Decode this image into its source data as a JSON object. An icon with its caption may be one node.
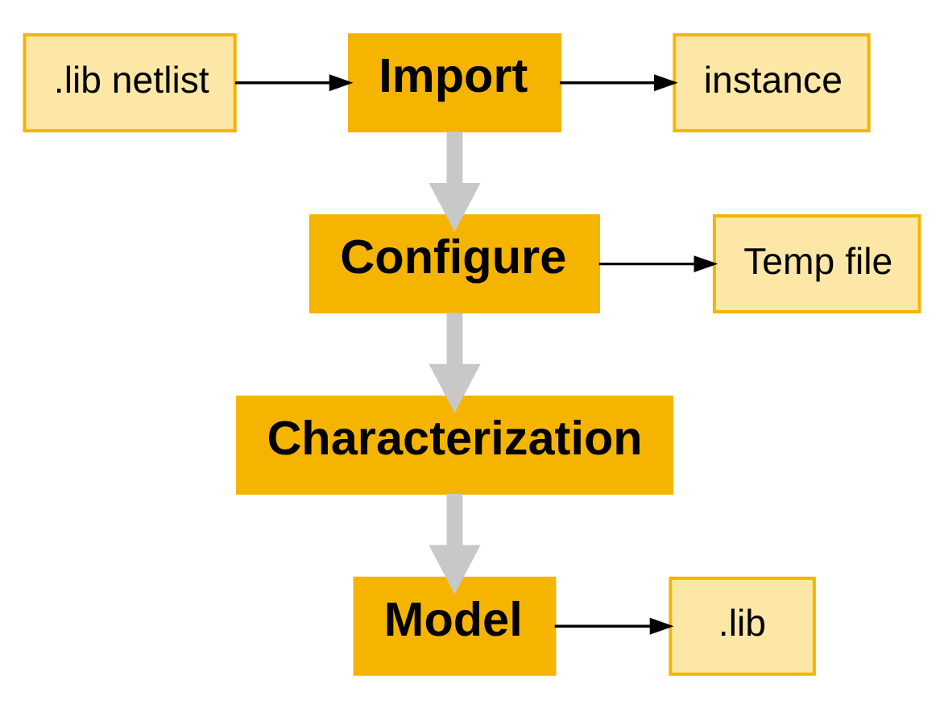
{
  "diagram": {
    "nodes": [
      {
        "text": [
          ".lib netlist"
        ]
      },
      {
        "text": [
          "Import"
        ]
      },
      {
        "text": [
          "instance"
        ]
      },
      {
        "text": [
          "Configure"
        ]
      },
      {
        "text": [
          "Temp file"
        ]
      },
      {
        "text": [
          "Characterization"
        ]
      },
      {
        "text": [
          "Model"
        ]
      },
      {
        "text": [
          ".lib"
        ]
      }
    ],
    "edges": [
      {
        "from": 0,
        "to": 1,
        "arrow": "to"
      },
      {
        "from": 1,
        "to": 2,
        "arrow": "to"
      },
      {
        "from": 1,
        "to": 3,
        "arrow": "to",
        "style": "thick",
        "color": "#c8c8c8"
      },
      {
        "from": 3,
        "to": 4,
        "arrow": "to"
      },
      {
        "from": 3,
        "to": 5,
        "arrow": "to",
        "style": "thick",
        "color": "#c8c8c8"
      },
      {
        "from": 5,
        "to": 6,
        "arrow": "to",
        "style": "thick",
        "color": "#c8c8c8"
      },
      {
        "from": 6,
        "to": 7,
        "arrow": "to"
      }
    ]
  }
}
